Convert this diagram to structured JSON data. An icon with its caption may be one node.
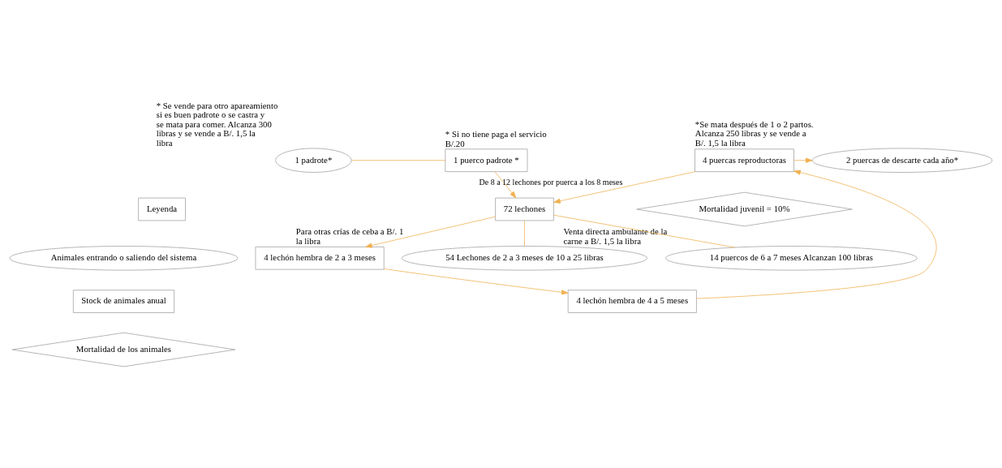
{
  "diagram": {
    "nodes": [
      {
        "text": [
          "1 padrote*"
        ],
        "beside": [
          "* Se vende para otro apareamiento si es buen padrote o se castra y se mata para comer. Alcanza 300 libras y se vende a B/. 1,5 la libra"
        ]
      },
      {
        "text": [
          "1 puerco padrote *"
        ],
        "beside": [
          "* Si no tiene paga el servicio B/.20"
        ]
      },
      {
        "text": [
          "4 puercas reproductoras"
        ]
      },
      {
        "text": [
          "2 puercas de descarte cada año*"
        ],
        "beside": [
          "*Se mata después de 1 o 2 partos. Alcanza 250 libras y se vende a B/. 1,5 la libra"
        ]
      },
      {
        "text": [
          "4 lechón hembra de 4 a 5 meses"
        ]
      },
      {
        "text": [
          "4 lechón hembra de 2 a 3 meses"
        ]
      },
      {
        "text": [
          "Mortalidad juvenil = 10%"
        ]
      },
      {
        "text": [
          "72 lechones"
        ]
      },
      {
        "text": [
          "54 Lechones de 2 a 3 meses de 10 a 25 libras"
        ],
        "beside": [
          "Para otras crías de ceba a B/. 1 la libra"
        ]
      },
      {
        "text": [
          "14 puercos de 6 a 7 meses Alcanzan 100 libras"
        ],
        "beside": [
          "Venta directa ambulante de la carne a B/. 1,5 la libra"
        ]
      },
      {
        "text": [
          "Leyenda"
        ]
      },
      {
        "text": [
          "Animales entrando o saliendo del sistema"
        ]
      },
      {
        "text": [
          "Stock de animales anual"
        ]
      },
      {
        "text": [
          "Mortalidad de los animales"
        ]
      }
    ],
    "edges": [
      {
        "from": 0,
        "to": 1,
        "arrow": "none"
      },
      {
        "from": 2,
        "to": 3,
        "arrow": "to"
      },
      {
        "from": 1,
        "to": 7,
        "arrow": "to"
      },
      {
        "from": 2,
        "to": 7,
        "arrow": "to",
        "label": "De 8 a 12 lechones por puerca a los 8 meses"
      },
      {
        "from": 4,
        "to": 2,
        "arrow": "to"
      },
      {
        "from": 5,
        "to": 4,
        "arrow": "to"
      },
      {
        "from": 7,
        "to": 5,
        "arrow": "to"
      },
      {
        "from": 7,
        "to": 8,
        "arrow": "none"
      },
      {
        "from": 7,
        "to": 9,
        "arrow": "none"
      }
    ]
  }
}
